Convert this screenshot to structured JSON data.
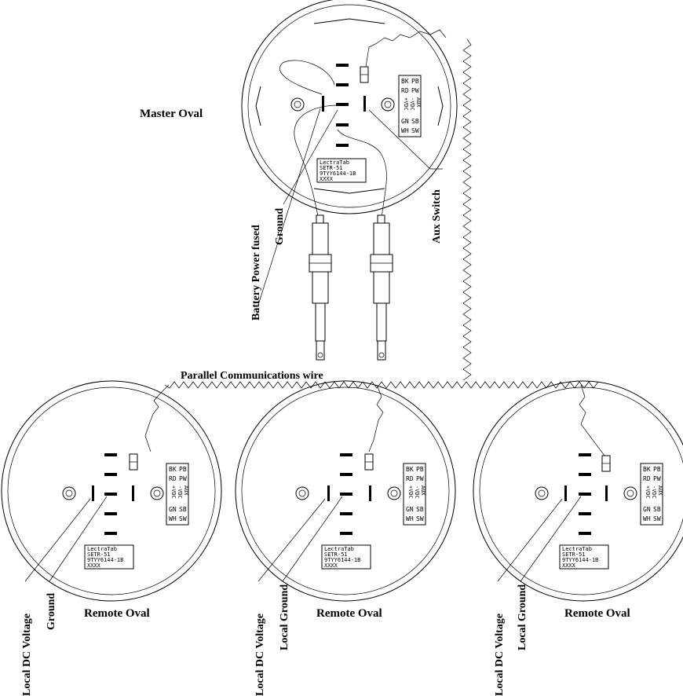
{
  "master": {
    "title": "Master Oval",
    "label_box": [
      "LectraTab",
      "SETR-51",
      "9TYY6144-1B",
      "XXXX"
    ],
    "terminal_rows": [
      [
        "BK",
        "PB"
      ],
      [
        "RD",
        "PW"
      ],
      [
        "GN",
        "SB"
      ],
      [
        "WH",
        "SW"
      ]
    ],
    "terminal_vertical": [
      "+VDC",
      "-VDC",
      "AUX"
    ],
    "callouts": {
      "battery": "Battery Power fused",
      "ground": "Ground",
      "aux": "Aux Switch"
    }
  },
  "wire_label": "Parallel Communications wire",
  "remotes": [
    {
      "title": "Remote Oval",
      "label_box": [
        "LectraTab",
        "SETR-51",
        "9TYY6144-1B",
        "XXXX"
      ],
      "terminal_rows": [
        [
          "BK",
          "PB"
        ],
        [
          "RD",
          "PW"
        ],
        [
          "GN",
          "SB"
        ],
        [
          "WH",
          "SW"
        ]
      ],
      "terminal_vertical": [
        "+VDC",
        "-VDC",
        "AUX"
      ],
      "callout_voltage": "Local DC Voltage",
      "callout_ground": "Ground"
    },
    {
      "title": "Remote Oval",
      "label_box": [
        "LectraTab",
        "SETR-51",
        "9TYY6144-1B",
        "XXXX"
      ],
      "terminal_rows": [
        [
          "BK",
          "PB"
        ],
        [
          "RD",
          "PW"
        ],
        [
          "GN",
          "SB"
        ],
        [
          "WH",
          "SW"
        ]
      ],
      "terminal_vertical": [
        "+VDC",
        "-VDC",
        "AUX"
      ],
      "callout_voltage": "Local DC Voltage",
      "callout_ground": "Local Ground"
    },
    {
      "title": "Remote Oval",
      "label_box": [
        "LectraTab",
        "SETR-51",
        "9TYY6144-1B",
        "XXXX"
      ],
      "terminal_rows": [
        [
          "BK",
          "PB"
        ],
        [
          "RD",
          "PW"
        ],
        [
          "GN",
          "SB"
        ],
        [
          "WH",
          "SW"
        ]
      ],
      "terminal_vertical": [
        "+VDC",
        "-VDC",
        "AUX"
      ],
      "callout_voltage": "Local DC Voltage",
      "callout_ground": "Local Ground"
    }
  ]
}
